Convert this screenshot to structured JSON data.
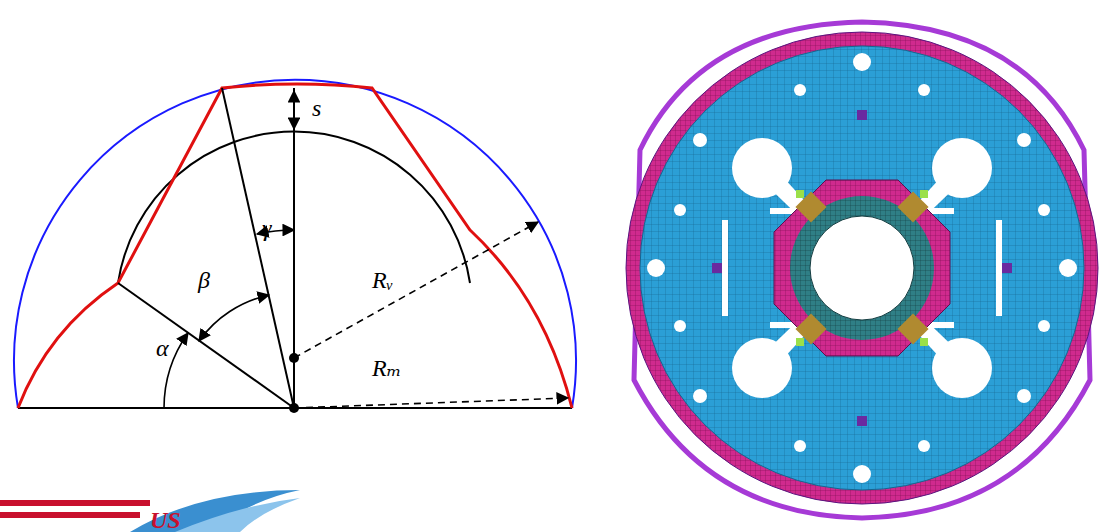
{
  "diagram": {
    "labels": [
      "s",
      "γ",
      "β",
      "α",
      "Rᵥ",
      "Rₘ",
      "US"
    ]
  }
}
